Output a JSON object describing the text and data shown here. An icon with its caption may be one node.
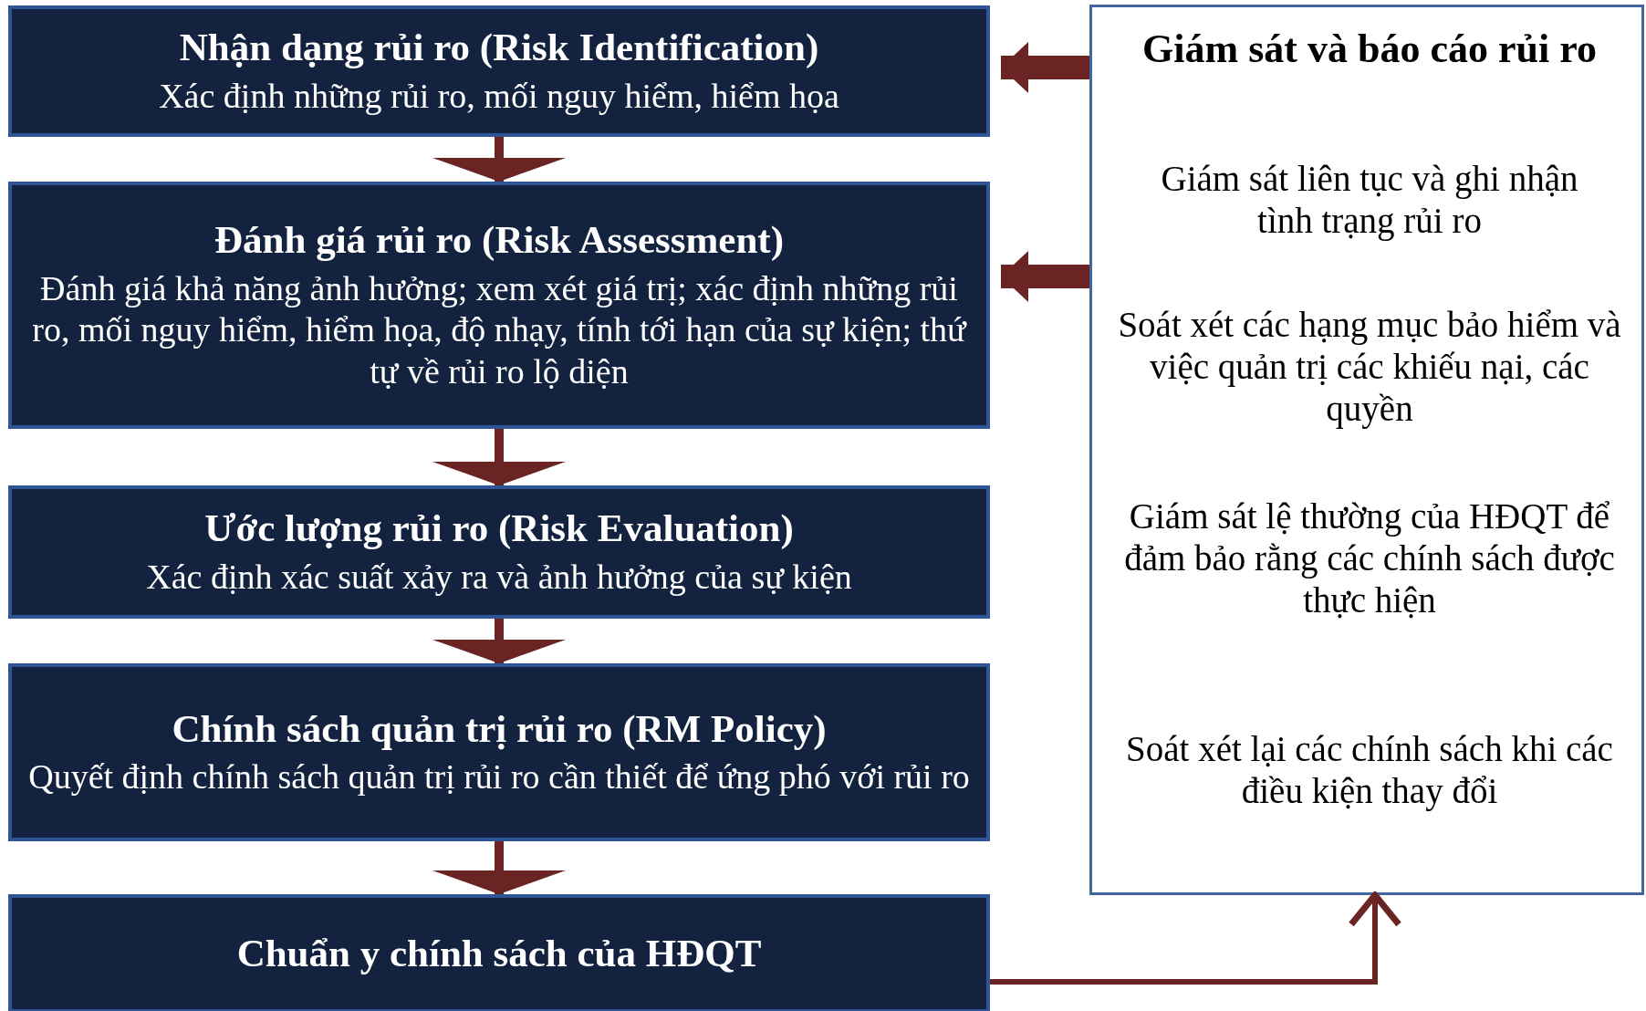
{
  "diagram": {
    "nodes": [
      {
        "text": [
          "Nhận dạng rủi ro (Risk Identification)",
          "Xác định những rủi ro, mối nguy hiểm, hiểm họa"
        ]
      },
      {
        "text": [
          "Đánh giá rủi ro (Risk Assessment)",
          "Đánh giá khả năng ảnh hưởng; xem xét giá trị; xác định những rủi ro, mối nguy hiểm, hiểm họa, độ nhạy, tính tới hạn của sự kiện; thứ tự về rủi ro lộ diện"
        ]
      },
      {
        "text": [
          "Ước lượng rủi ro (Risk Evaluation)",
          "Xác định xác suất xảy ra và ảnh hưởng của sự kiện"
        ]
      },
      {
        "text": [
          "Chính sách quản trị rủi ro (RM Policy)",
          "Quyết định chính sách quản trị rủi ro cần thiết để ứng phó với rủi ro"
        ]
      },
      {
        "text": [
          "Chuẩn y chính sách của HĐQT"
        ]
      },
      {
        "text": [
          "Giám sát và báo cáo rủi ro",
          "Giám sát liên tục và ghi nhận tình trạng rủi ro",
          "Soát xét các hạng mục bảo hiểm và việc quản trị các khiếu nại, các quyền",
          "Giám sát lệ thường của HĐQT để đảm bảo rằng các chính sách được thực hiện",
          "Soát xét lại các chính sách khi các điều kiện thay đổi"
        ]
      }
    ],
    "edges": [
      {
        "from": 0,
        "to": 1,
        "arrow": "to"
      },
      {
        "from": 1,
        "to": 2,
        "arrow": "to"
      },
      {
        "from": 2,
        "to": 3,
        "arrow": "to"
      },
      {
        "from": 3,
        "to": 4,
        "arrow": "to"
      },
      {
        "from": 5,
        "to": 0,
        "arrow": "to",
        "style": "thick"
      },
      {
        "from": 5,
        "to": 1,
        "arrow": "to",
        "style": "thick"
      },
      {
        "from": 4,
        "to": 5,
        "arrow": "to"
      }
    ]
  }
}
